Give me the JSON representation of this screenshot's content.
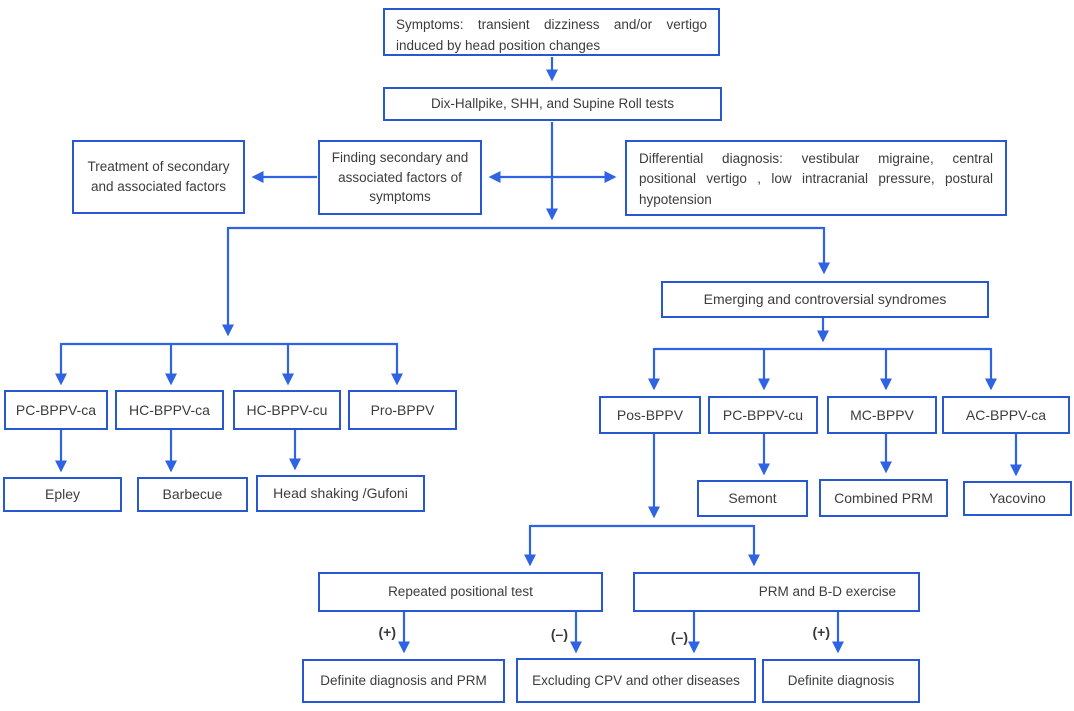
{
  "colors": {
    "accent_border": "#2857d2",
    "accent_line": "#2e63e4",
    "text": "#3c3c3c",
    "background": "#ffffff"
  },
  "nodes": {
    "symptoms": "Symptoms: transient dizziness and/or vertigo induced by head position changes",
    "tests": "Dix-Hallpike, SHH, and Supine Roll tests",
    "treatment": "Treatment of secondary and associated factors",
    "finding": "Finding secondary and associated factors of symptoms",
    "differential": "Differential diagnosis: vestibular migraine, central positional vertigo , low intracranial pressure, postural hypotension",
    "emerging": "Emerging and controversial syndromes",
    "pc_bppv_ca": "PC-BPPV-ca",
    "hc_bppv_ca": "HC-BPPV-ca",
    "hc_bppv_cu": "HC-BPPV-cu",
    "pro_bppv": "Pro-BPPV",
    "epley": "Epley",
    "barbecue": "Barbecue",
    "head_shaking": "Head shaking /Gufoni",
    "pos_bppv": "Pos-BPPV",
    "pc_bppv_cu": "PC-BPPV-cu",
    "mc_bppv": "MC-BPPV",
    "ac_bppv_ca": "AC-BPPV-ca",
    "semont": "Semont",
    "combined_prm": "Combined PRM",
    "yacovino": "Yacovino",
    "repeated_test": "Repeated positional test",
    "prm_bd": "PRM and B-D exercise",
    "definite_prm": "Definite diagnosis and PRM",
    "excluding_cpv": "Excluding CPV and other diseases",
    "definite": "Definite diagnosis"
  },
  "branch_labels": {
    "plus_left": "(+)",
    "minus_left": "(–)",
    "minus_right": "(–)",
    "plus_right": "(+)"
  }
}
